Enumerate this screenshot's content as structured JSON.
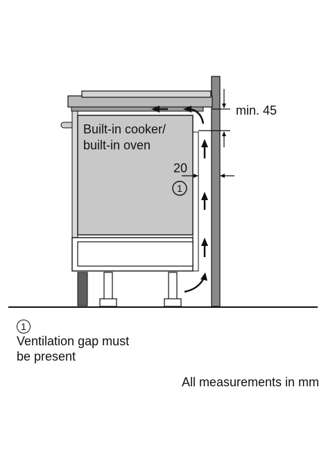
{
  "labels": {
    "appliance_line1": "Built-in cooker/",
    "appliance_line2": "built-in oven",
    "gap_value": "20",
    "marker": "1",
    "min_clearance": "min. 45"
  },
  "legend": {
    "marker": "1",
    "text_line1": "Ventilation gap must",
    "text_line2": "be present"
  },
  "footer": {
    "units_note": "All measurements in mm"
  },
  "colors": {
    "cabinet_fill": "#c8c8c8",
    "cabinet_dark": "#6a6a6a",
    "wall_fill": "#8a8a8a",
    "line": "#111111"
  }
}
